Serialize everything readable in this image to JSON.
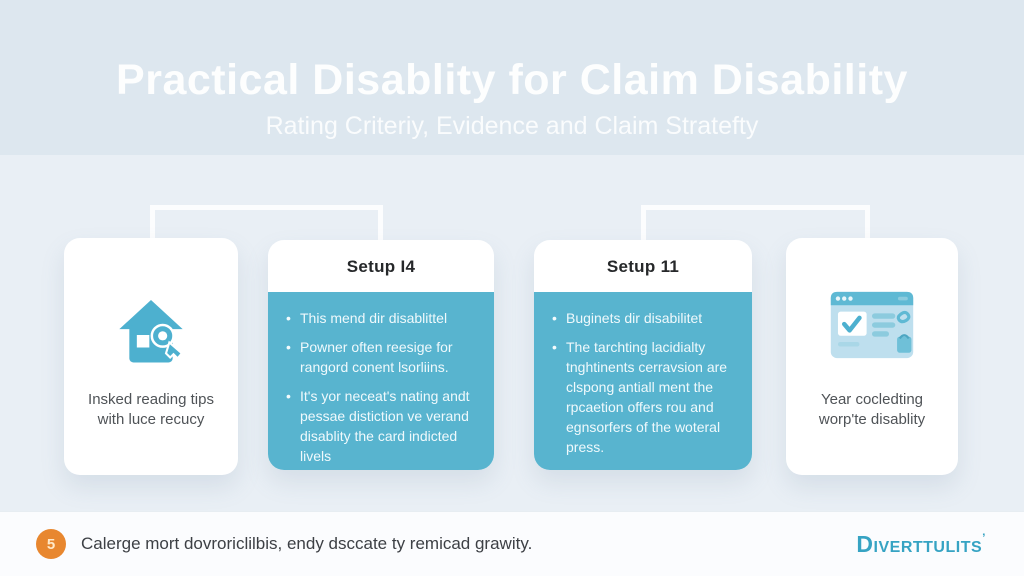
{
  "title": "Practical Disablity for Claim Disability",
  "subtitle": "Rating Criteriy, Evidence and Claim Stratefty",
  "colors": {
    "hero_band": "#dde7ef",
    "background": "#e9eff5",
    "card_accent_blue": "#58b4cf",
    "icon_blue": "#4db0cf",
    "footer_badge_orange": "#e8872f",
    "brand_teal": "#36a3c3"
  },
  "cards": [
    {
      "type": "icon",
      "icon": "house-key-icon",
      "caption": "Insked reading tips with luce recucy"
    },
    {
      "type": "list",
      "header": "Setup I4",
      "bullets": [
        "This mend dir disablittel",
        "Powner often reesige for rangord conent lsorliins.",
        "It's yor neceat's nating andt pessae distiction ve verand disablity the card indicted livels"
      ]
    },
    {
      "type": "list",
      "header": "Setup 11",
      "bullets": [
        "Buginets dir disabilitet",
        "The tarchting lacidialty tnghtinents cerravsion are clspong antiall ment the rpcaetion offers rou and egnsorfers of the woteral press."
      ]
    },
    {
      "type": "icon",
      "icon": "browser-checklist-icon",
      "caption": "Year cocledting worp'te disablity"
    }
  ],
  "footer": {
    "badge_glyph": "5",
    "note": "Calerge mort dovroriclilbis, endy dsccate ty remicad grawity.",
    "brand": "Diverttulits",
    "brand_tick": "’"
  }
}
